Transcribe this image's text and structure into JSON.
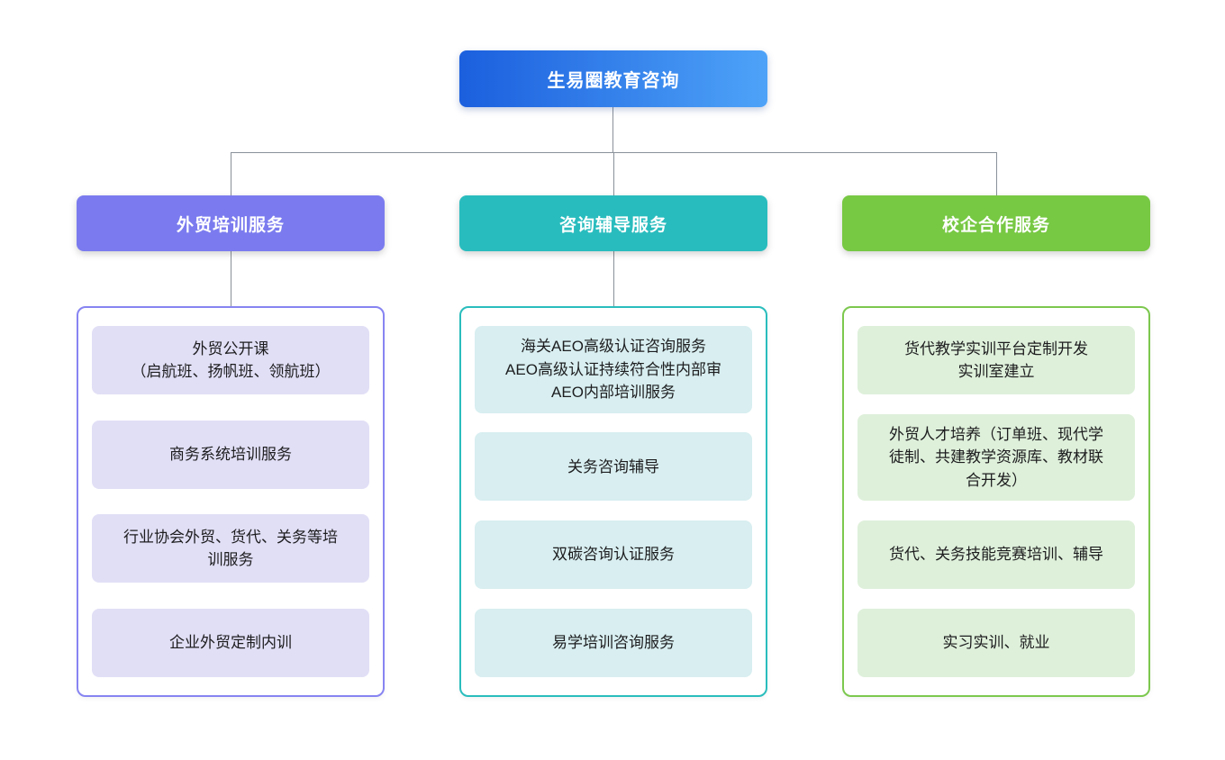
{
  "root": {
    "title": "生易圈教育咨询",
    "gradient_left": "#1B5FDE",
    "gradient_right": "#4EA3F8"
  },
  "colors": {
    "canvas_bg": "#FFFFFF",
    "connector_line": "#8A9199",
    "header_text": "#FFFFFF",
    "item_text": "#1D1D1F"
  },
  "branches": [
    {
      "label": "外贸培训服务",
      "header_color": "#7B7BEF",
      "container_border": "#8784F2",
      "item_bg": "#E1DFF6",
      "items": [
        {
          "lines": [
            "外贸公开课",
            "（启航班、扬帆班、领航班）"
          ]
        },
        {
          "lines": [
            "商务系统培训服务"
          ]
        },
        {
          "lines": [
            "行业协会外贸、货代、关务等培",
            "训服务"
          ]
        },
        {
          "lines": [
            "企业外贸定制内训"
          ]
        }
      ]
    },
    {
      "label": "咨询辅导服务",
      "header_color": "#29BCBE",
      "container_border": "#2ABDBD",
      "item_bg": "#D8EEF0",
      "items": [
        {
          "lines": [
            "海关AEO高级认证咨询服务",
            "AEO高级认证持续符合性内部审",
            "AEO内部培训服务"
          ]
        },
        {
          "lines": [
            "关务咨询辅导"
          ]
        },
        {
          "lines": [
            "双碳咨询认证服务"
          ]
        },
        {
          "lines": [
            "易学培训咨询服务"
          ]
        }
      ]
    },
    {
      "label": "校企合作服务",
      "header_color": "#77C843",
      "container_border": "#7CC84E",
      "item_bg": "#DEF0DA",
      "items": [
        {
          "lines": [
            "货代教学实训平台定制开发",
            "实训室建立"
          ]
        },
        {
          "lines": [
            "外贸人才培养（订单班、现代学",
            "徒制、共建教学资源库、教材联",
            "合开发）"
          ]
        },
        {
          "lines": [
            "货代、关务技能竞赛培训、辅导"
          ]
        },
        {
          "lines": [
            "实习实训、就业"
          ]
        }
      ]
    }
  ]
}
